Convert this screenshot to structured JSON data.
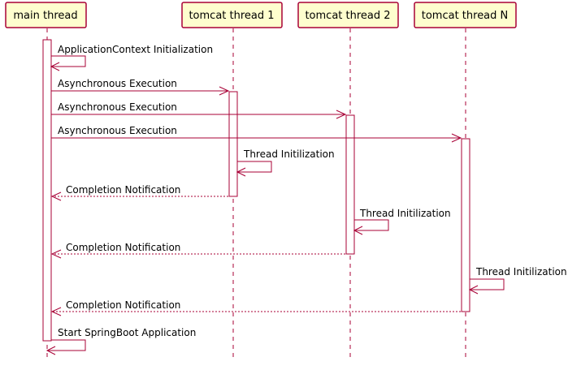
{
  "colors": {
    "border": "#A80036",
    "box_fill": "#FEFECE",
    "activation_fill": "#FFFFFF",
    "text": "#000000"
  },
  "participants": [
    {
      "id": "main",
      "label": "main thread"
    },
    {
      "id": "t1",
      "label": "tomcat thread 1"
    },
    {
      "id": "t2",
      "label": "tomcat thread 2"
    },
    {
      "id": "tn",
      "label": "tomcat thread N"
    }
  ],
  "messages": [
    {
      "from": "main",
      "to": "main",
      "label": "ApplicationContext Initialization",
      "style": "solid"
    },
    {
      "from": "main",
      "to": "t1",
      "label": "Asynchronous Execution",
      "style": "solid"
    },
    {
      "from": "main",
      "to": "t2",
      "label": "Asynchronous Execution",
      "style": "solid"
    },
    {
      "from": "main",
      "to": "tn",
      "label": "Asynchronous Execution",
      "style": "solid"
    },
    {
      "from": "t1",
      "to": "t1",
      "label": "Thread Initilization",
      "style": "solid"
    },
    {
      "from": "t1",
      "to": "main",
      "label": "Completion Notification",
      "style": "dashed"
    },
    {
      "from": "t2",
      "to": "t2",
      "label": "Thread Initilization",
      "style": "solid"
    },
    {
      "from": "t2",
      "to": "main",
      "label": "Completion Notification",
      "style": "dashed"
    },
    {
      "from": "tn",
      "to": "tn",
      "label": "Thread Initilization",
      "style": "solid"
    },
    {
      "from": "tn",
      "to": "main",
      "label": "Completion Notification",
      "style": "dashed"
    },
    {
      "from": "main",
      "to": "main",
      "label": "Start SpringBoot Application",
      "style": "solid"
    }
  ]
}
